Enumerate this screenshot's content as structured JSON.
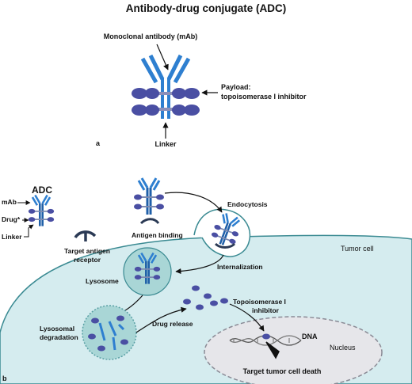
{
  "panel_a": {
    "title": "Antibody-drug conjugate (ADC)",
    "mab_label": "Monoclonal antibody (mAb)",
    "payload_label_1": "Payload:",
    "payload_label_2": "topoisomerase I inhibitor",
    "linker_label": "Linker",
    "panel_letter": "a"
  },
  "panel_b": {
    "legend_title": "ADC",
    "legend_mab": "mAb",
    "legend_drug": "Drug*",
    "legend_linker": "Linker",
    "endocytosis": "Endocytosis",
    "antigen_binding": "Antigen binding",
    "tumor_cell": "Tumor cell",
    "target_receptor_1": "Target antigen",
    "target_receptor_2": "receptor",
    "internalization": "Internalization",
    "lysosome": "Lysosome",
    "topo_1": "Topoisomerase I",
    "topo_2": "inhibitor",
    "lysosomal_1": "Lysosomal",
    "lysosomal_2": "degradation",
    "drug_release": "Drug release",
    "dna": "DNA",
    "nucleus": "Nucleus",
    "cell_death": "Target tumor cell death",
    "panel_letter": "b"
  },
  "colors": {
    "antibody": "#2e7fd0",
    "antibody_dark": "#1f5fa8",
    "drug": "#4a4fa3",
    "cell_fill": "#d5ecef",
    "cell_stroke": "#3a8a92",
    "lysosome_fill": "#a9d6d6",
    "nucleus_fill": "#e6e6ea",
    "receptor": "#2b3a55"
  }
}
